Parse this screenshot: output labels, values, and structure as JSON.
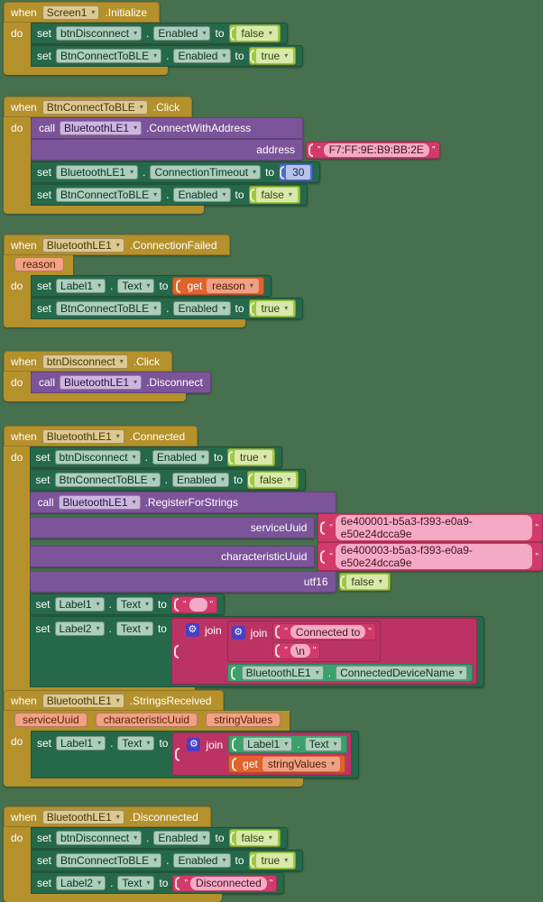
{
  "icons": {
    "dropdown": "▾",
    "gear": "⚙",
    "quote": "\""
  },
  "kw": {
    "when": "when",
    "do": "do",
    "set": "set",
    "call": "call",
    "to": "to",
    "get": "get",
    "join": "join",
    "dot": "."
  },
  "colors": {
    "background": "#47704e",
    "event_block": "#b5912c",
    "setter_block": "#26694a",
    "call_block": "#7c5499",
    "logic_block": "#a0c73f",
    "text_block": "#d13a6a",
    "number_block": "#4d6cc9",
    "get_block": "#e0622c",
    "getter_block": "#3ca06d",
    "join_block": "#bb3365",
    "param_pill": "#f2a183",
    "mutator_icon": "#4a3ec4"
  },
  "blocks": [
    {
      "component": "Screen1",
      "event": ".Initialize",
      "rows": [
        {
          "component": "btnDisconnect",
          "property": "Enabled",
          "value": "false"
        },
        {
          "component": "BtnConnectToBLE",
          "property": "Enabled",
          "value": "true"
        }
      ]
    },
    {
      "component": "BtnConnectToBLE",
      "event": ".Click",
      "call": {
        "component": "BluetoothLE1",
        "method": ".ConnectWithAddress",
        "args": [
          {
            "label": "address",
            "value": "F7:FF:9E:B9:BB:2E"
          }
        ]
      },
      "rows": [
        {
          "component": "BluetoothLE1",
          "property": "ConnectionTimeout",
          "value": "30"
        },
        {
          "component": "BtnConnectToBLE",
          "property": "Enabled",
          "value": "false"
        }
      ]
    },
    {
      "component": "BluetoothLE1",
      "event": ".ConnectionFailed",
      "params": [
        "reason"
      ],
      "rows": [
        {
          "component": "Label1",
          "property": "Text",
          "get": "reason"
        },
        {
          "component": "BtnConnectToBLE",
          "property": "Enabled",
          "value": "true"
        }
      ]
    },
    {
      "component": "btnDisconnect",
      "event": ".Click",
      "call": {
        "component": "BluetoothLE1",
        "method": ".Disconnect"
      }
    },
    {
      "component": "BluetoothLE1",
      "event": ".Connected",
      "rows": [
        {
          "component": "btnDisconnect",
          "property": "Enabled",
          "value": "true"
        },
        {
          "component": "BtnConnectToBLE",
          "property": "Enabled",
          "value": "false"
        }
      ],
      "call": {
        "component": "BluetoothLE1",
        "method": ".RegisterForStrings",
        "args": [
          {
            "label": "serviceUuid",
            "value": "6e400001-b5a3-f393-e0a9-e50e24dcca9e"
          },
          {
            "label": "characteristicUuid",
            "value": "6e400003-b5a3-f393-e0a9-e50e24dcca9e"
          },
          {
            "label": "utf16",
            "value": "false"
          }
        ]
      },
      "set_empty": {
        "component": "Label1",
        "property": "Text",
        "value": ""
      },
      "set_join": {
        "component": "Label2",
        "property": "Text",
        "strings": [
          "Connected to",
          "\\n"
        ],
        "getter": {
          "component": "BluetoothLE1",
          "property": "ConnectedDeviceName"
        }
      }
    },
    {
      "component": "BluetoothLE1",
      "event": ".StringsReceived",
      "params": [
        "serviceUuid",
        "characteristicUuid",
        "stringValues"
      ],
      "join_row": {
        "component": "Label1",
        "property": "Text",
        "getter": {
          "component": "Label1",
          "property": "Text"
        },
        "get": "stringValues"
      }
    },
    {
      "component": "BluetoothLE1",
      "event": ".Disconnected",
      "rows": [
        {
          "component": "btnDisconnect",
          "property": "Enabled",
          "value": "false"
        },
        {
          "component": "BtnConnectToBLE",
          "property": "Enabled",
          "value": "true"
        },
        {
          "component": "Label2",
          "property": "Text",
          "value": "Disconnected"
        }
      ]
    }
  ]
}
